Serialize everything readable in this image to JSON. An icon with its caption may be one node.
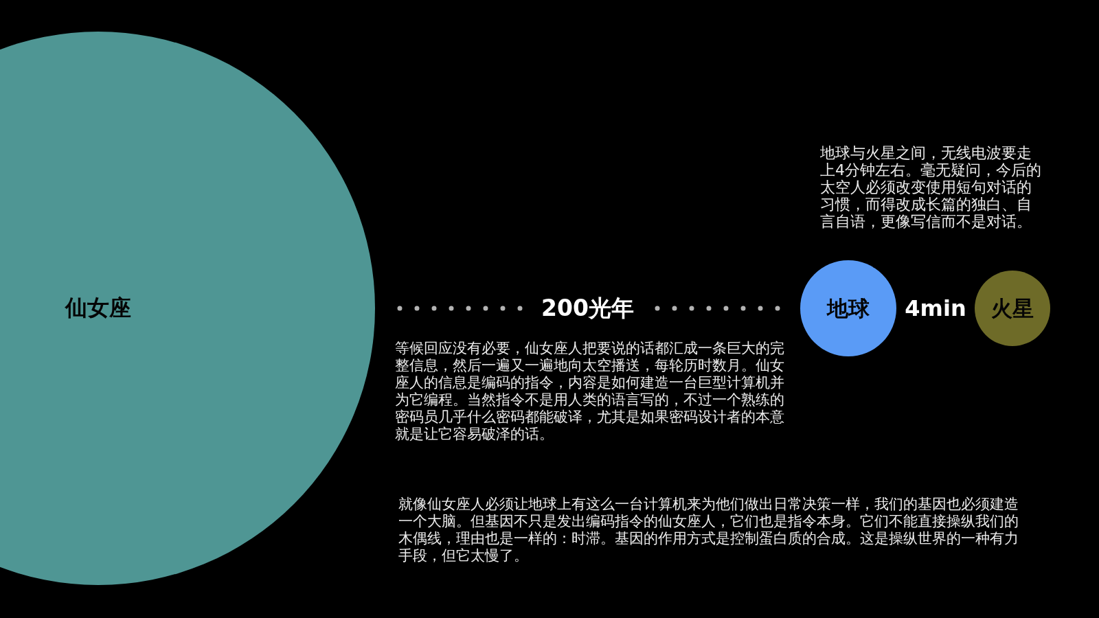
{
  "diagram": {
    "nodes": [
      {
        "text": [
          "仙女座"
        ]
      },
      {
        "text": [
          "地球"
        ]
      },
      {
        "text": [
          "火星"
        ]
      }
    ],
    "edges": [
      {
        "from": 0,
        "to": 1,
        "arrow": "none",
        "style": "dashed",
        "label": "200光年"
      }
    ],
    "labels": [
      "地球与火星之间，无线电波要走上4分钟左右。毫无疑问，今后的太空人必须改变使用短句对话的习惯，而得改成长篇的独白、自言自语，更像写信而不是对话。",
      "4min",
      "等候回应没有必要，仙女座人把要说的话都汇成一条巨大的完整信息，然后一遍又一遍地向太空播送，每轮历时数月。仙女座人的信息是编码的指令，内容是如何建造一台巨型计算机并为它编程。当然指令不是用人类的语言写的，不过一个熟练的密码员几乎什么密码都能破译，尤其是如果密码设计者的本意就是让它容易破泽的话。",
      "就像仙女座人必须让地球上有这么一台计算机来为他们做出日常决策一样，我们的基因也必须建造一个大脑。但基因不只是发出编码指令的仙女座人，它们也是指令本身。它们不能直接操纵我们的木偶线，理由也是一样的：时滞。基因的作用方式是控制蛋白质的合成。这是操纵世界的一种有力手段，但它太慢了。"
    ]
  }
}
